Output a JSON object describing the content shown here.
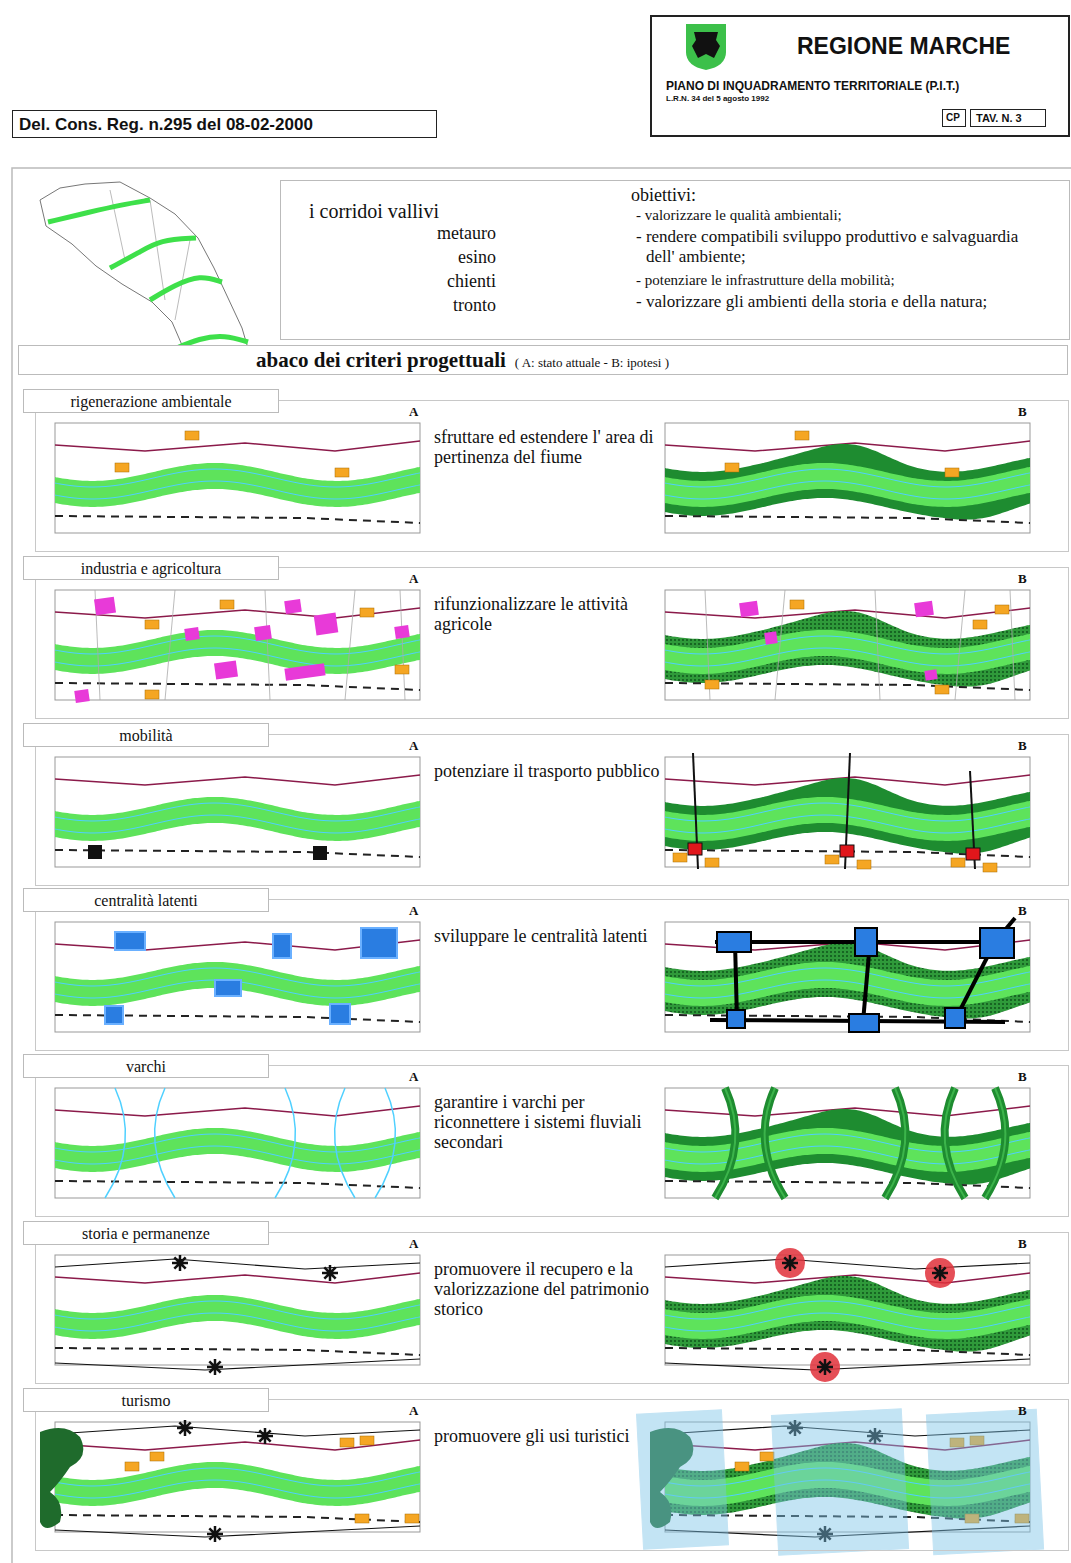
{
  "diagram": {
    "nodes": [
      {
        "text": [
          "REGIONE MARCHE",
          "PIANO DI INQUADRAMENTO TERRITORIALE (P.I.T.)",
          "L.R.N. 34 del 5 agosto 1992"
        ]
      },
      {
        "text": [
          "CP"
        ],
        "in": 0
      },
      {
        "text": [
          "TAV. N. 3"
        ],
        "in": 0
      },
      {
        "text": [
          "Del. Cons. Reg. n.295 del 08-02-2000"
        ]
      },
      {
        "text": [
          "i corridoi vallivi",
          "metauro",
          "esino",
          "chienti",
          "tronto",
          "obiettivi:",
          "- valorizzare le qualità ambientali;",
          "- rendere compatibili sviluppo produttivo e salvaguardia dell' ambiente;",
          "- potenziare le infrastrutture della mobilità;",
          "- valorizzare gli ambienti della storia e della natura;"
        ]
      },
      {
        "text": [
          "abaco dei criteri progettuali",
          "( A: stato attuale - B: ipotesi )"
        ]
      },
      {
        "text": [
          "sfruttare ed estendere l' area di pertinenza del fiume"
        ]
      },
      {
        "text": [
          "rigenerazione ambientale"
        ],
        "in": 6
      },
      {
        "text": [
          "rifunzionalizzare le attività agricole"
        ]
      },
      {
        "text": [
          "industria e agricoltura"
        ],
        "in": 8
      },
      {
        "text": [
          "potenziare il trasporto pubblico"
        ]
      },
      {
        "text": [
          "mobilità"
        ],
        "in": 10
      },
      {
        "text": [
          "sviluppare le centralità latenti"
        ]
      },
      {
        "text": [
          "centralità latenti"
        ],
        "in": 12
      },
      {
        "text": [
          "garantire i varchi per riconnettere i sistemi fluviali secondari"
        ]
      },
      {
        "text": [
          "varchi"
        ],
        "in": 14
      },
      {
        "text": [
          "promuovere il recupero e la valorizzazione del patrimonio storico"
        ]
      },
      {
        "text": [
          "storia e permanenze"
        ],
        "in": 16
      },
      {
        "text": [
          "promuovere gli usi turistici"
        ]
      },
      {
        "text": [
          "turismo"
        ],
        "in": 18
      }
    ],
    "labels": [
      "A",
      "B",
      "A",
      "B",
      "A",
      "B",
      "A",
      "B",
      "A",
      "B",
      "A",
      "B",
      "A",
      "B"
    ]
  }
}
